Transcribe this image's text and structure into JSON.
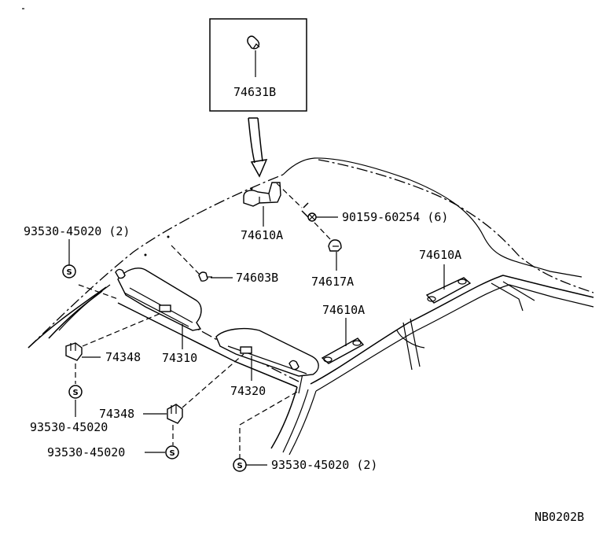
{
  "diagram": {
    "inset_label": "74631B",
    "labels": {
      "screw": "90159-60254 (6)",
      "holder_top": "74610A",
      "clip": "74617A",
      "holder_right": "74610A",
      "holder_mid": "74610A",
      "hook": "74603B",
      "screw_topleft": "93530-45020 (2)",
      "visor_left": "74310",
      "visor_right": "74320",
      "bracket_upper": "74348",
      "bracket_lower": "74348",
      "screw_left": "93530-45020",
      "screw_lower": "93530-45020",
      "screw_bottom": "93530-45020 (2)",
      "code": "NB0202B"
    },
    "screw_symbol": "S"
  }
}
